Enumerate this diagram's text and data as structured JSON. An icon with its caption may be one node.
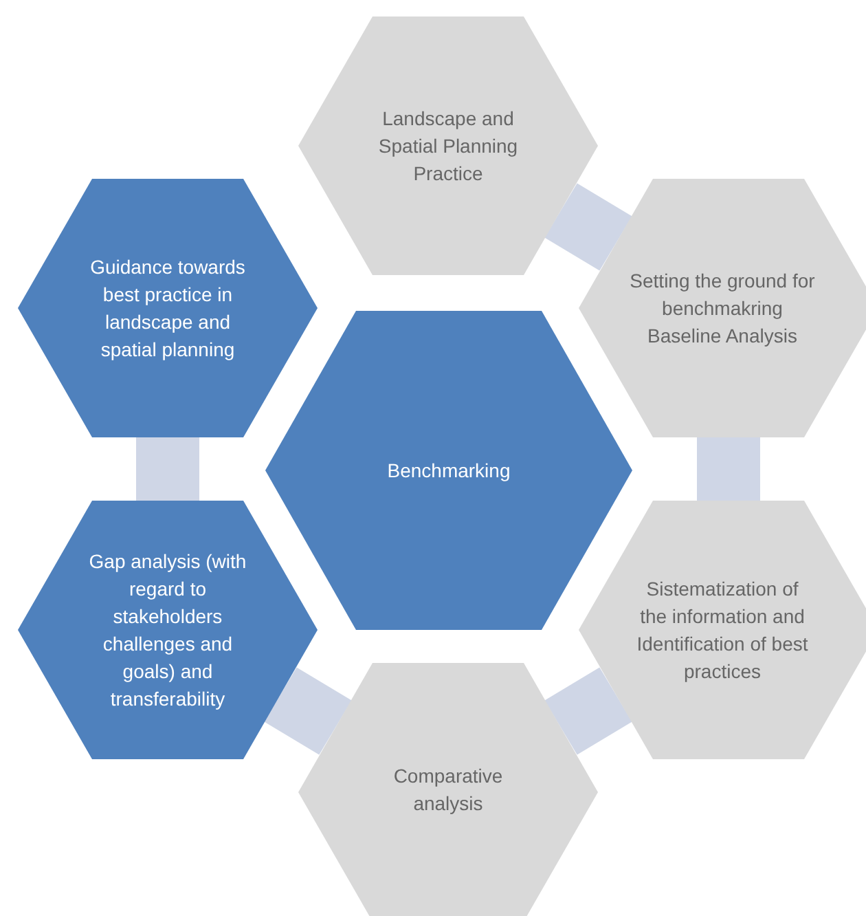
{
  "diagram": {
    "nodes": [
      {
        "text": [
          "Benchmarking"
        ]
      },
      {
        "text": [
          "Landscape and Spatial Planning Practice"
        ]
      },
      {
        "text": [
          "Setting the ground for benchmakring Baseline Analysis"
        ]
      },
      {
        "text": [
          "Sistematization of the information and Identification of best practices"
        ]
      },
      {
        "text": [
          "Comparative analysis"
        ]
      },
      {
        "text": [
          "Gap analysis (with regard to stakeholders challenges and goals) and transferability"
        ]
      },
      {
        "text": [
          "Guidance towards best practice in landscape and spatial planning"
        ]
      }
    ],
    "edges": [
      {
        "from": 1,
        "to": 2,
        "arrow": "none"
      },
      {
        "from": 2,
        "to": 3,
        "arrow": "none"
      },
      {
        "from": 3,
        "to": 4,
        "arrow": "none"
      },
      {
        "from": 4,
        "to": 5,
        "arrow": "none"
      },
      {
        "from": 5,
        "to": 6,
        "arrow": "none"
      }
    ]
  }
}
